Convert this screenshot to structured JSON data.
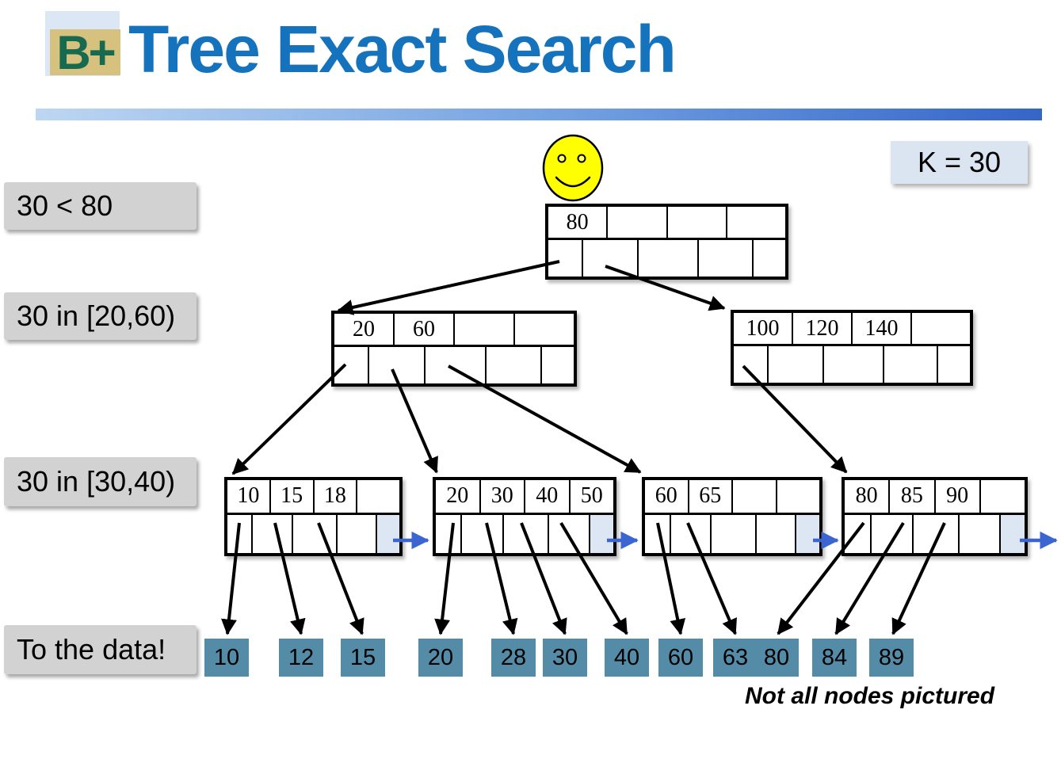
{
  "slide": {
    "logo": "B+",
    "title": "Tree Exact Search",
    "k_label": "K = 30",
    "footnote": "Not all nodes pictured"
  },
  "steps": [
    "30 < 80",
    "30 in [20,60)",
    "30 in [30,40)",
    "To the data!"
  ],
  "tree": {
    "root": {
      "keys": [
        "80",
        "",
        "",
        ""
      ]
    },
    "inner_left": {
      "keys": [
        "20",
        "60",
        "",
        ""
      ]
    },
    "inner_right": {
      "keys": [
        "100",
        "120",
        "140",
        ""
      ]
    },
    "leaf_1": {
      "keys": [
        "10",
        "15",
        "18",
        ""
      ]
    },
    "leaf_2": {
      "keys": [
        "20",
        "30",
        "40",
        "50"
      ]
    },
    "leaf_3": {
      "keys": [
        "60",
        "65",
        "",
        ""
      ]
    },
    "leaf_4": {
      "keys": [
        "80",
        "85",
        "90",
        ""
      ]
    }
  },
  "data_blocks": [
    "10",
    "12",
    "15",
    "20",
    "28",
    "30",
    "40",
    "60",
    "63",
    "80",
    "84",
    "89"
  ],
  "icons": {
    "smiley": "smiley-face-icon",
    "next_leaf_arrow": "next-leaf-pointer-arrow"
  },
  "colors": {
    "title_blue": "#1573bd",
    "logo_green": "#176a50",
    "logo_tan": "#d6c27e",
    "logo_light_blue": "#dce7f5",
    "underline_gradient_start": "#bdd6f2",
    "underline_gradient_end": "#3465c8",
    "step_label_bg": "#d2d2d2",
    "k_badge_bg": "#dbe4f1",
    "data_block_fill": "#548ca8",
    "leaf_next_cell_fill": "#dde6f3",
    "chain_arrow_blue": "#3b66d1",
    "smiley_yellow": "#ffff00"
  }
}
